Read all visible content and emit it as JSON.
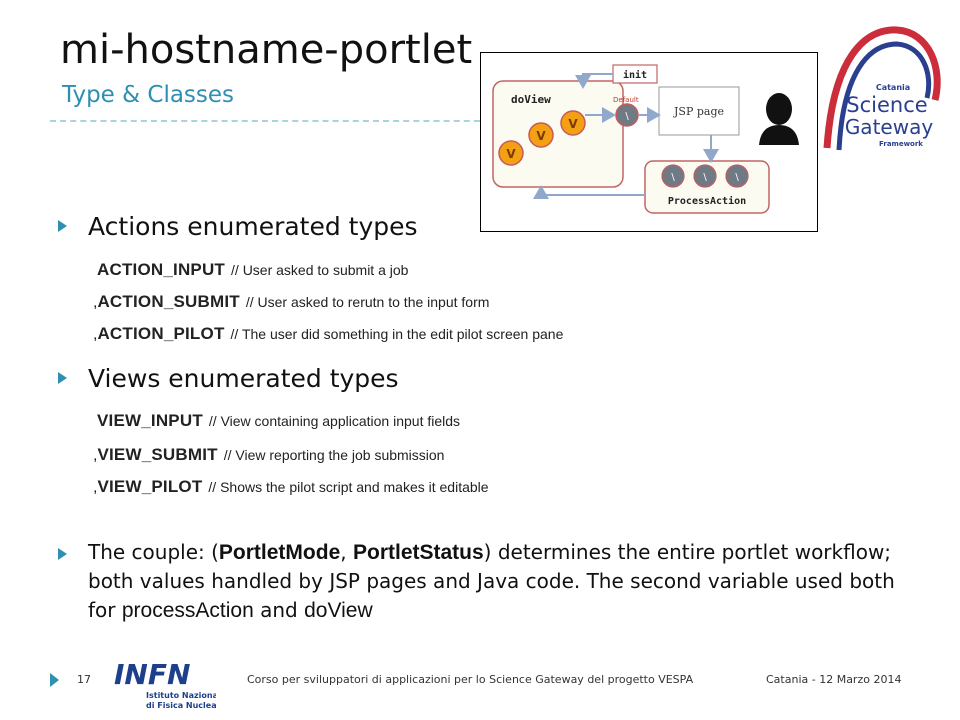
{
  "slide": {
    "title": "mi-hostname-portlet",
    "subtitle": "Type & Classes"
  },
  "diagram": {
    "labels": {
      "init": "init",
      "doview": "doView",
      "jsp": "JSP page",
      "process": "ProcessAction",
      "v": "V",
      "backslash": "\\",
      "default": "Default"
    },
    "colors": {
      "orange": "#f3a012",
      "gray_node": "#707a85",
      "node_border": "#c65b5b",
      "arrow": "#8fa8cc",
      "box_border": "#c36464"
    }
  },
  "logo": {
    "line1": "Catania",
    "line2": "Science",
    "line3": "Gateway",
    "line4": "Framework"
  },
  "sections": [
    {
      "heading": "Actions enumerated types",
      "items": [
        {
          "prefix": "",
          "code": "ACTION_INPUT",
          "comment": "// User asked to submit a job"
        },
        {
          "prefix": ",",
          "code": "ACTION_SUBMIT",
          "comment": "// User asked to rerutn to the input form"
        },
        {
          "prefix": ",",
          "code": "ACTION_PILOT",
          "comment": "// The user did something in the edit pilot screen pane"
        }
      ]
    },
    {
      "heading": "Views enumerated types",
      "items": [
        {
          "prefix": "",
          "code": "VIEW_INPUT",
          "comment": "// View containing application input fields"
        },
        {
          "prefix": ",",
          "code": "VIEW_SUBMIT",
          "comment": "// View reporting the job submission"
        },
        {
          "prefix": ",",
          "code": "VIEW_PILOT",
          "comment": "// Shows the pilot script and makes it editable"
        }
      ]
    }
  ],
  "paragraph": {
    "p1": "The couple: (",
    "mode": "PortletMode",
    "comma": ", ",
    "status": "PortletStatus",
    "p2": ") determines the entire portlet workflow; both values handled by JSP pages and Java code. The second variable used both for ",
    "process": "processAction",
    "and": " and ",
    "doview": "doView"
  },
  "footer": {
    "page": "17",
    "text": "Corso per sviluppatori di applicazioni per lo Science Gateway del progetto VESPA",
    "date": "Catania - 12 Marzo 2014",
    "infn": "INFN",
    "infn_line1": "Istituto Nazionale",
    "infn_line2": "di Fisica Nucleare"
  },
  "colors": {
    "accent": "#2e8fb3",
    "logo_red": "#cc2d3a",
    "logo_blue": "#2b3f8f",
    "infn_blue": "#1e3f8a"
  }
}
